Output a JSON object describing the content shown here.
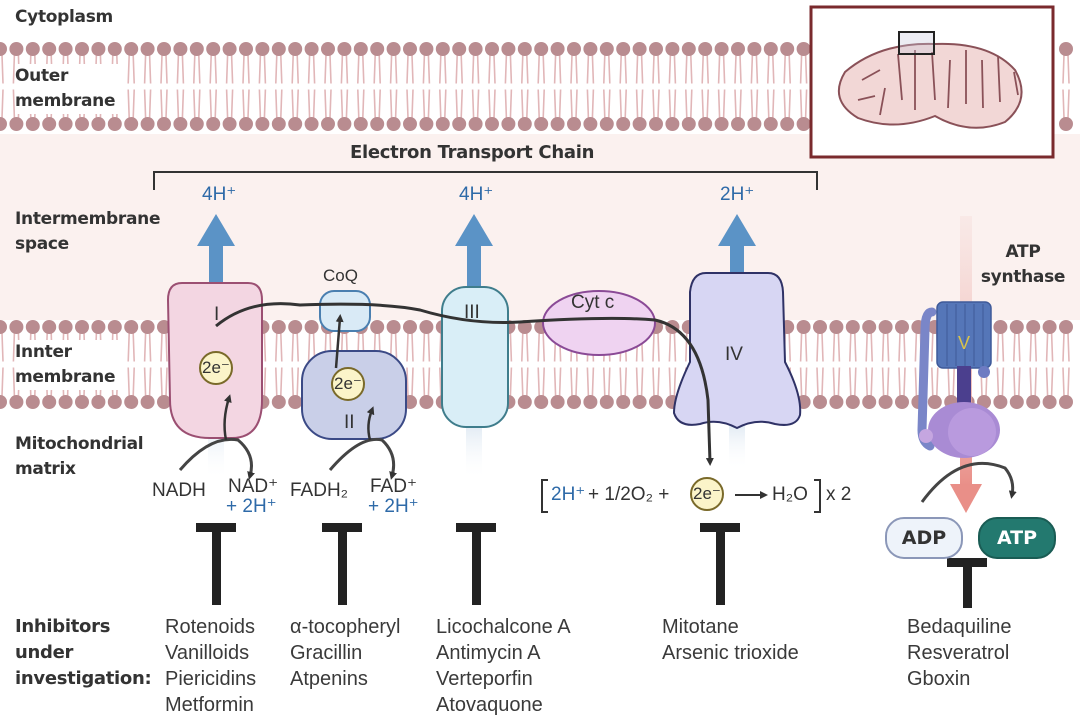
{
  "regions": {
    "cytoplasm": "Cytoplasm",
    "outer_membrane": [
      "Outer",
      "membrane"
    ],
    "intermembrane_space": [
      "Intermembrane",
      "space"
    ],
    "inner_membrane": [
      "Innter",
      "membrane"
    ],
    "matrix": [
      "Mitochondrial",
      "matrix"
    ]
  },
  "etc_title": "Electron Transport Chain",
  "complexes": {
    "I": "I",
    "II": "II",
    "III": "III",
    "IV": "IV",
    "V": "V",
    "coq": "CoQ",
    "cytc": "Cyt c"
  },
  "proton_pumps": {
    "complex_I": "4H⁺",
    "complex_III": "4H⁺",
    "complex_IV": "2H⁺"
  },
  "electron_label": "2e⁻",
  "reactions": {
    "nadh": "NADH",
    "nad": "NAD⁺",
    "nad_plus": "+ 2H⁺",
    "fadh2": "FADH₂",
    "fad": "FAD⁺",
    "fad_plus": "+ 2H⁺",
    "oxygen_eq": {
      "protons": "2H⁺",
      "oxygen": "+ 1/2O₂ +",
      "product": "H₂O",
      "multiplier": "x 2"
    }
  },
  "atp_synthase": {
    "label": [
      "ATP",
      "synthase"
    ],
    "adp": "ADP",
    "atp": "ATP"
  },
  "inhibitors": {
    "heading": [
      "Inhibitors",
      "under",
      "investigation:"
    ],
    "complex_I": [
      "Rotenoids",
      "Vanilloids",
      "Piericidins",
      "Metformin"
    ],
    "complex_II": [
      "α-tocopheryl",
      "Gracillin",
      "Atpenins"
    ],
    "complex_III": [
      "Licochalcone A",
      "Antimycin A",
      "Verteporfin",
      "Atovaquone"
    ],
    "complex_IV": [
      "Mitotane",
      "Arsenic trioxide"
    ],
    "complex_V": [
      "Bedaquiline",
      "Resveratrol",
      "Gboxin"
    ]
  },
  "colors": {
    "lipid_head": "#b98c90",
    "proton_arrow": "#5b93c6",
    "proton_text": "#2e6aa8",
    "complex_I_fill": "#f3d6e2",
    "complex_II_fill": "#c9cfe8",
    "complex_III_fill": "#d9eef7",
    "complex_IV_fill": "#d7d6f3",
    "cytc_fill": "#efd3f1",
    "atp_pill": "#23796f",
    "inset_border": "#7a2a2d"
  }
}
